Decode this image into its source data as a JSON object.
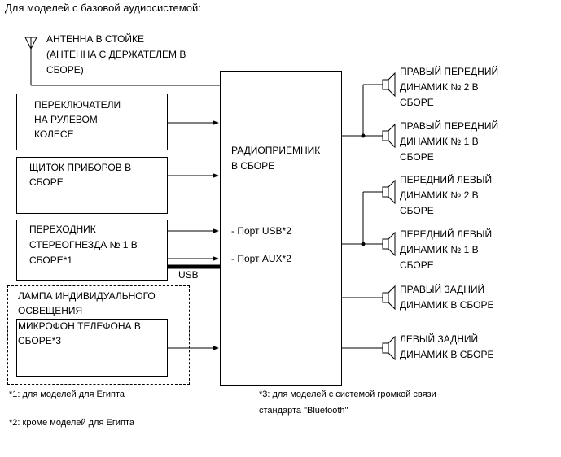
{
  "heading": "Для моделей с базовой аудиосистемой:",
  "antenna": {
    "line1": "АНТЕННА В СТОЙКЕ",
    "line2": "(АНТЕННА С ДЕРЖАТЕЛЕМ В",
    "line3": "СБОРЕ)"
  },
  "steering_switches": {
    "line1": "ПЕРЕКЛЮЧАТЕЛИ",
    "line2": "НА РУЛЕВОМ",
    "line3": "КОЛЕСЕ"
  },
  "instrument_panel": {
    "line1": "ЩИТОК ПРИБОРОВ В",
    "line2": "СБОРЕ"
  },
  "stereo_adapter": {
    "line1": "ПЕРЕХОДНИК",
    "line2": "СТЕРЕОГНЕЗДА № 1 В",
    "line3": "СБОРЕ*1"
  },
  "usb_label": "USB",
  "lamp_group": {
    "lamp_line1": "ЛАМПА ИНДИВИДУАЛЬНОГО",
    "lamp_line2": "ОСВЕЩЕНИЯ",
    "mic_line1": "МИКРОФОН ТЕЛЕФОНА В",
    "mic_line2": "СБОРЕ*3"
  },
  "radio": {
    "line1": "РАДИОПРИЕМНИК",
    "line2": "В СБОРЕ",
    "port_usb": "- Порт USB*2",
    "port_aux": "- Порт AUX*2"
  },
  "speakers": [
    {
      "line1": "ПРАВЫЙ ПЕРЕДНИЙ",
      "line2": "ДИНАМИК № 2 В",
      "line3": "СБОРЕ"
    },
    {
      "line1": "ПРАВЫЙ ПЕРЕДНИЙ",
      "line2": "ДИНАМИК № 1 В",
      "line3": "СБОРЕ"
    },
    {
      "line1": "ПЕРЕДНИЙ ЛЕВЫЙ",
      "line2": "ДИНАМИК № 2 В",
      "line3": "СБОРЕ"
    },
    {
      "line1": "ПЕРЕДНИЙ ЛЕВЫЙ",
      "line2": "ДИНАМИК № 1 В",
      "line3": "СБОРЕ"
    },
    {
      "line1": "ПРАВЫЙ ЗАДНИЙ",
      "line2": "ДИНАМИК В СБОРЕ",
      "line3": ""
    },
    {
      "line1": "ЛЕВЫЙ ЗАДНИЙ",
      "line2": "ДИНАМИК В СБОРЕ",
      "line3": ""
    }
  ],
  "footnotes": {
    "note1": "*1: для моделей для Египта",
    "note2": "*2: кроме моделей для Египта",
    "note3_line1": "*3: для моделей с системой громкой связи",
    "note3_line2": "стандарта \"Bluetooth\""
  },
  "icons": {
    "antenna": "antenna-icon",
    "speaker": "speaker-icon",
    "arrow": "arrowhead-icon"
  }
}
